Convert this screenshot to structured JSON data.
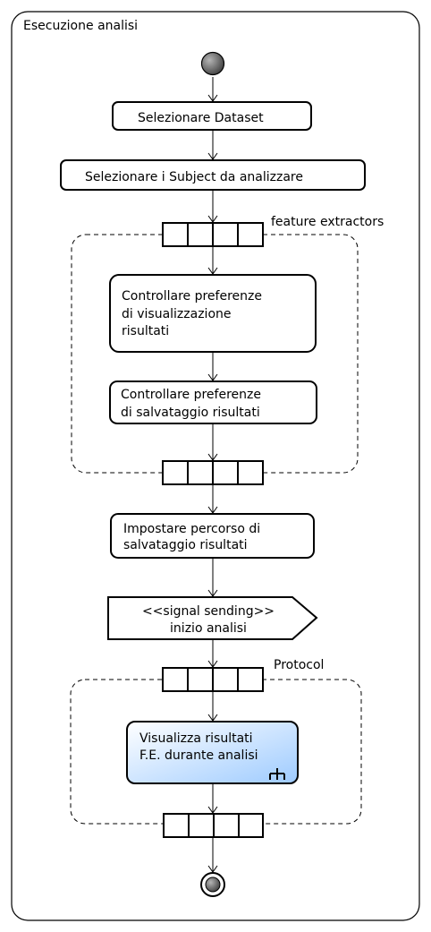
{
  "activity": {
    "title": "Esecuzione analisi"
  },
  "actions": [
    {
      "lines": [
        "Selezionare Dataset"
      ]
    },
    {
      "lines": [
        "Selezionare i Subject da analizzare"
      ]
    },
    {
      "lines": [
        "Controllare preferenze",
        "di visualizzazione",
        "risultati"
      ]
    },
    {
      "lines": [
        "Controllare preferenze",
        "di salvataggio risultati"
      ]
    },
    {
      "lines": [
        "Impostare percorso di",
        "salvataggio risultati"
      ]
    }
  ],
  "signal": {
    "lines": [
      "<<signal sending>>",
      "inizio analisi"
    ]
  },
  "regions": [
    {
      "label": "feature extractors"
    },
    {
      "label": "Protocol"
    }
  ],
  "call_action": {
    "lines": [
      "Visualizza risultati",
      "F.E. durante analisi"
    ],
    "icon": "rake-icon",
    "fill_from": "#ffffff",
    "fill_to": "#9ecbff"
  }
}
